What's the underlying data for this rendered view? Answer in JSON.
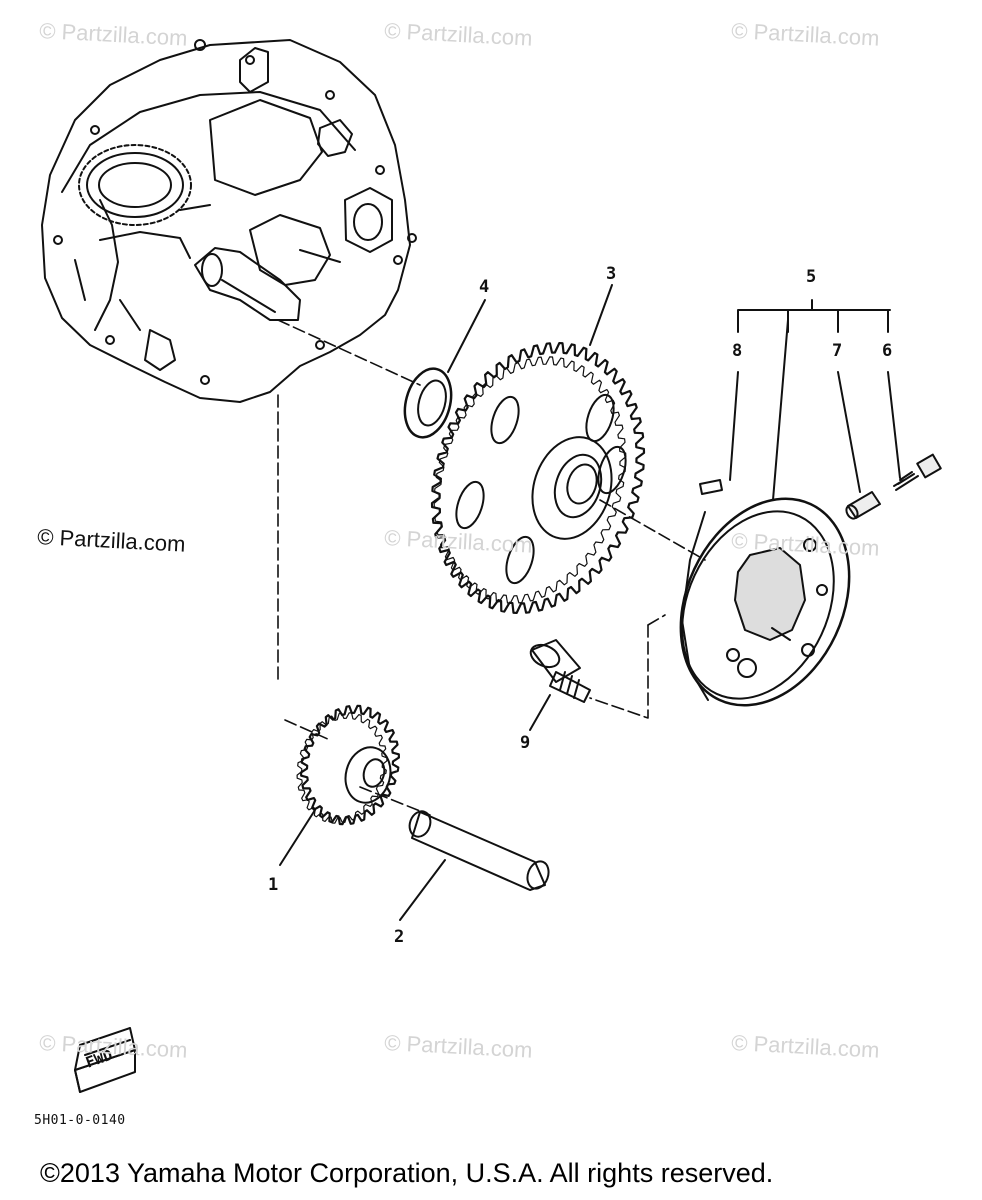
{
  "watermarks": {
    "top_left": "© Partzilla.com",
    "top_center": "© Partzilla.com",
    "top_right": "© Partzilla.com",
    "mid_left": "© Partzilla.com",
    "mid_center": "© Partzilla.com",
    "mid_right": "© Partzilla.com",
    "bottom_left": "© Partzilla.com",
    "bottom_center": "© Partzilla.com",
    "bottom_right": "© Partzilla.com"
  },
  "callouts": {
    "c1": "1",
    "c2": "2",
    "c3": "3",
    "c4": "4",
    "c5": "5",
    "c6": "6",
    "c7": "7",
    "c8": "8",
    "c9": "9"
  },
  "fwd_label": "FWD",
  "drawing_code": "5H01-0-0140",
  "copyright": "©2013 Yamaha Motor Corporation, U.S.A. All rights reserved."
}
